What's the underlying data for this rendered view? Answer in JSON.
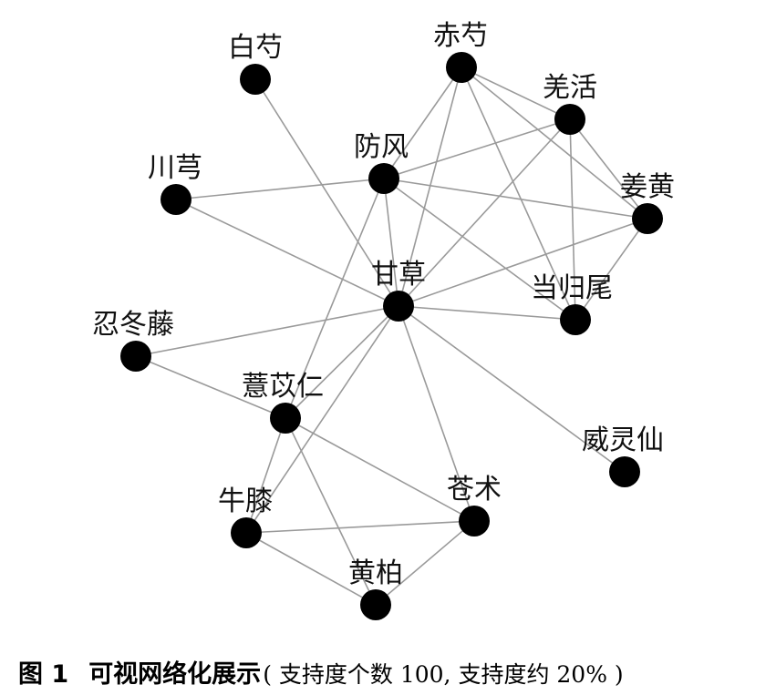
{
  "diagram": {
    "nodes": [
      {
        "id": "baishao",
        "label": "白芍"
      },
      {
        "id": "chishao",
        "label": "赤芍"
      },
      {
        "id": "qianghuo",
        "label": "羌活"
      },
      {
        "id": "fangfeng",
        "label": "防风"
      },
      {
        "id": "chuanxiong",
        "label": "川芎"
      },
      {
        "id": "jianghuang",
        "label": "姜黄"
      },
      {
        "id": "gancao",
        "label": "甘草"
      },
      {
        "id": "dangguiwei",
        "label": "当归尾"
      },
      {
        "id": "rendongteng",
        "label": "忍冬藤"
      },
      {
        "id": "yiyiren",
        "label": "薏苡仁"
      },
      {
        "id": "weilingxian",
        "label": "威灵仙"
      },
      {
        "id": "niuxi",
        "label": "牛膝"
      },
      {
        "id": "cangzhu",
        "label": "苍术"
      },
      {
        "id": "huangbai",
        "label": "黄柏"
      }
    ],
    "edges": [
      [
        "baishao",
        "gancao"
      ],
      [
        "chishao",
        "fangfeng"
      ],
      [
        "chishao",
        "gancao"
      ],
      [
        "chishao",
        "qianghuo"
      ],
      [
        "chishao",
        "jianghuang"
      ],
      [
        "chishao",
        "dangguiwei"
      ],
      [
        "qianghuo",
        "fangfeng"
      ],
      [
        "qianghuo",
        "jianghuang"
      ],
      [
        "qianghuo",
        "dangguiwei"
      ],
      [
        "qianghuo",
        "gancao"
      ],
      [
        "chuanxiong",
        "fangfeng"
      ],
      [
        "chuanxiong",
        "gancao"
      ],
      [
        "fangfeng",
        "jianghuang"
      ],
      [
        "fangfeng",
        "dangguiwei"
      ],
      [
        "fangfeng",
        "gancao"
      ],
      [
        "fangfeng",
        "yiyiren"
      ],
      [
        "jianghuang",
        "gancao"
      ],
      [
        "jianghuang",
        "dangguiwei"
      ],
      [
        "gancao",
        "dangguiwei"
      ],
      [
        "gancao",
        "rendongteng"
      ],
      [
        "gancao",
        "weilingxian"
      ],
      [
        "gancao",
        "cangzhu"
      ],
      [
        "gancao",
        "yiyiren"
      ],
      [
        "gancao",
        "niuxi"
      ],
      [
        "rendongteng",
        "yiyiren"
      ],
      [
        "yiyiren",
        "niuxi"
      ],
      [
        "yiyiren",
        "cangzhu"
      ],
      [
        "yiyiren",
        "huangbai"
      ],
      [
        "niuxi",
        "cangzhu"
      ],
      [
        "niuxi",
        "huangbai"
      ],
      [
        "cangzhu",
        "huangbai"
      ]
    ]
  },
  "caption": {
    "label": "图 1",
    "title": "可视网络化展示",
    "note": "( 支持度个数 100, 支持度约 20% )"
  }
}
